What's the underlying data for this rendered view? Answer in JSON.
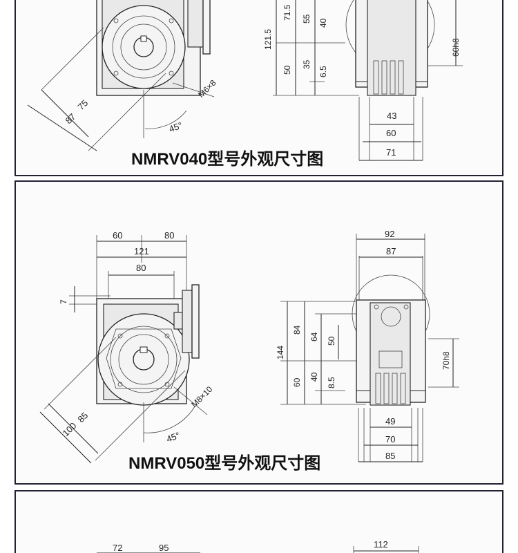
{
  "sections": [
    {
      "id": "nmrv040",
      "title": "NMRV040型号外观尺寸图",
      "dims": {
        "d75": "75",
        "d87": "87",
        "angle": "45°",
        "bolt": "M6×8",
        "h121_5": "121.5",
        "h71_5": "71.5",
        "h55": "55",
        "h40": "40",
        "h50": "50",
        "h35": "35",
        "h6_5": "6.5",
        "shaft": "60h8",
        "w43": "43",
        "w60": "60",
        "w71": "71"
      }
    },
    {
      "id": "nmrv050",
      "title": "NMRV050型号外观尺寸图",
      "dims": {
        "t60": "60",
        "t80": "80",
        "t121": "121",
        "t80b": "80",
        "t7": "7",
        "d85": "85",
        "d100": "100",
        "angle": "45°",
        "bolt": "M8×10",
        "h144": "144",
        "h84": "84",
        "h64": "64",
        "h50": "50",
        "h60": "60",
        "h40": "40",
        "h8_5": "8.5",
        "shaft": "70h8",
        "w92": "92",
        "w87": "87",
        "w49": "49",
        "w70": "70",
        "w85": "85"
      }
    },
    {
      "id": "partial",
      "dims": {
        "t72": "72",
        "t95": "95",
        "w112": "112"
      }
    }
  ],
  "colors": {
    "frame": "#223344",
    "line": "#222222",
    "background": "#ffffff"
  }
}
